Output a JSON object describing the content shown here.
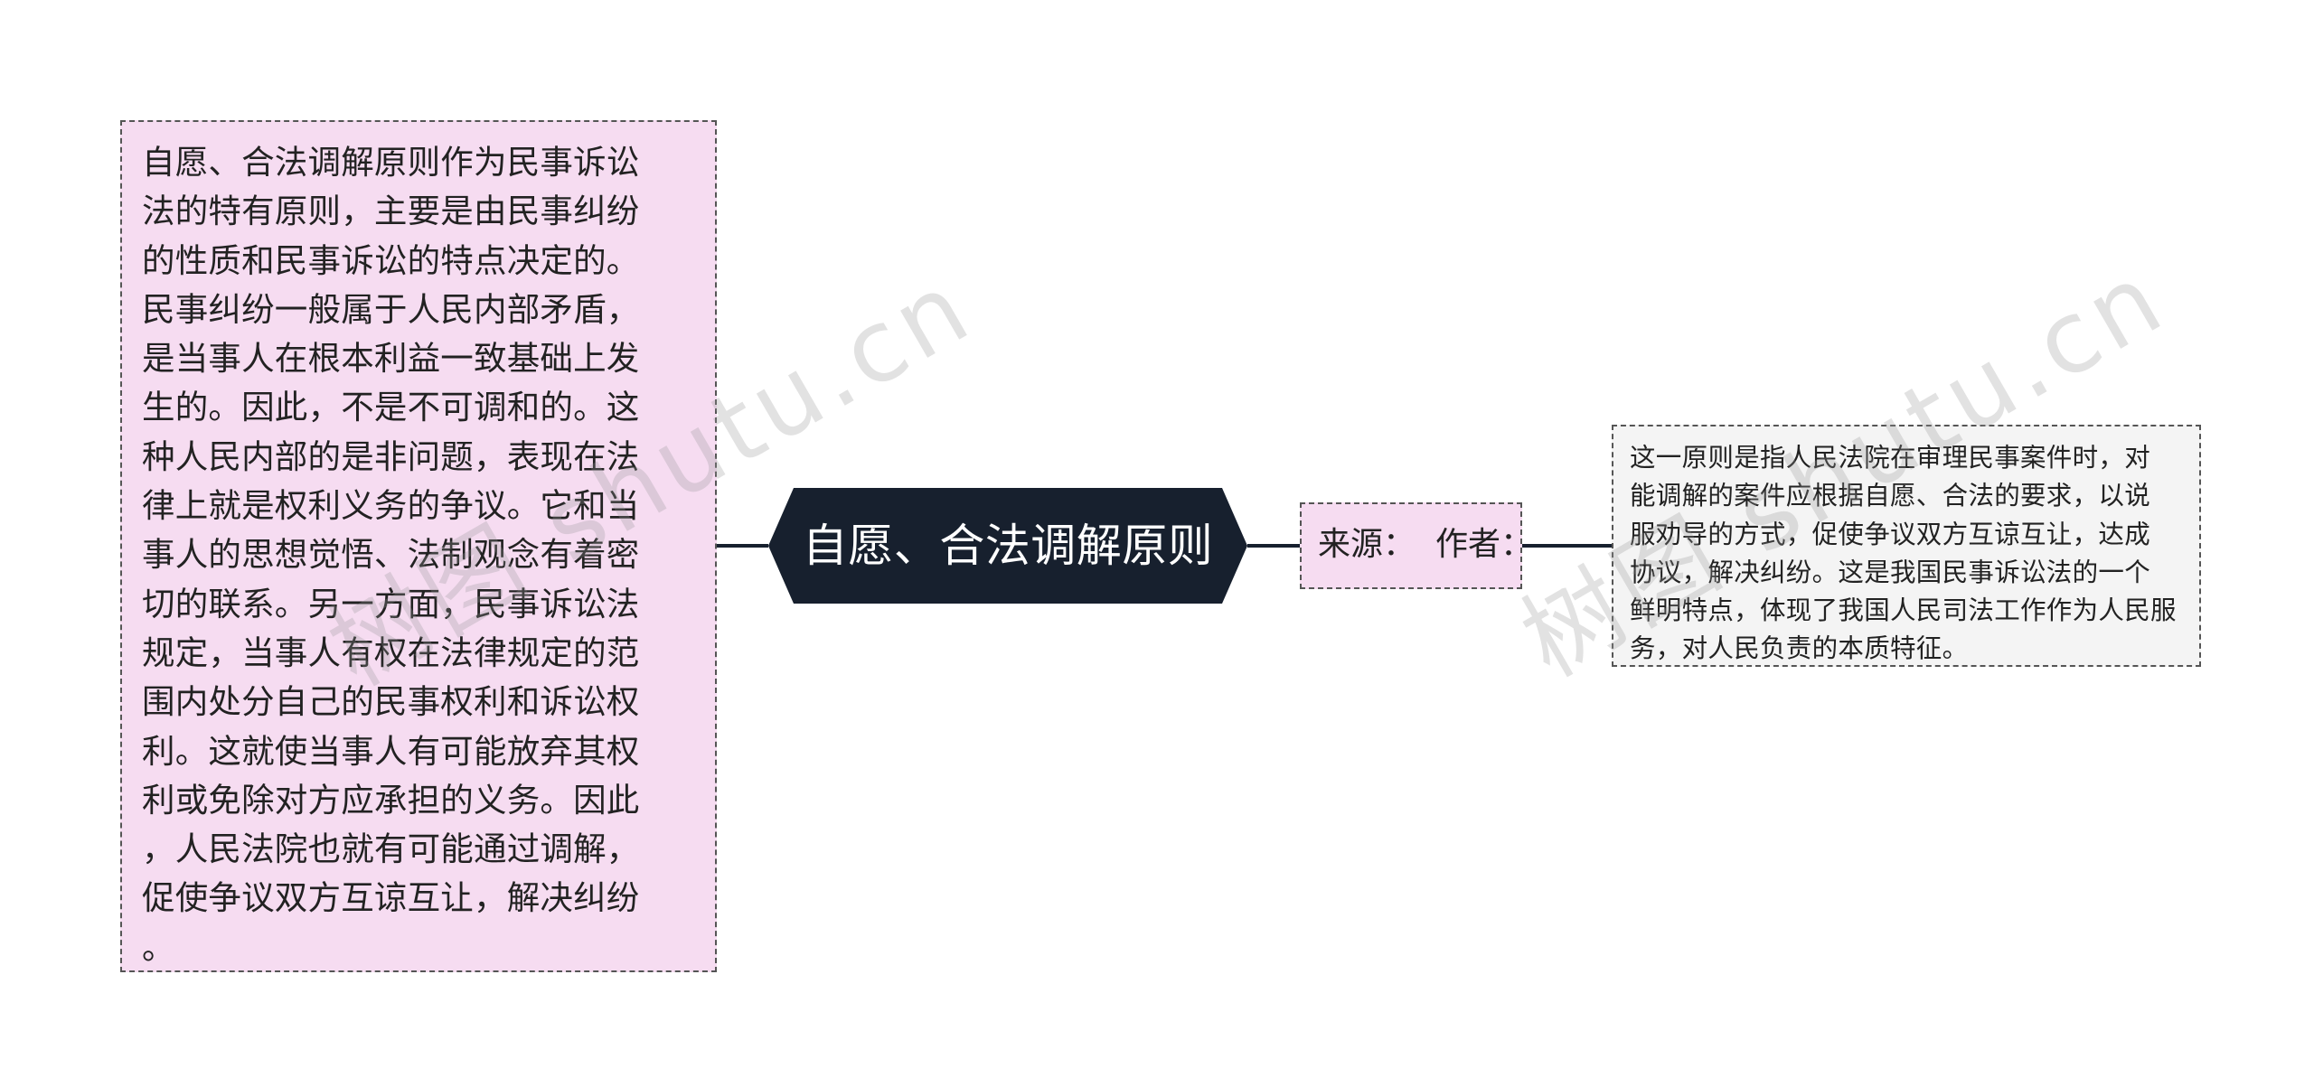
{
  "mindmap": {
    "center": {
      "label": "自愿、合法调解原则",
      "fill": "#17202e",
      "text_color": "#ffffff"
    },
    "left_branch": {
      "lines": [
        "自愿、合法调解原则作为民事诉讼",
        "法的特有原则，主要是由民事纠纷",
        "的性质和民事诉讼的特点决定的。",
        "民事纠纷一般属于人民内部矛盾，",
        "是当事人在根本利益一致基础上发",
        "生的。因此，不是不可调和的。这",
        "种人民内部的是非问题，表现在法",
        "律上就是权利义务的争议。它和当",
        "事人的思想觉悟、法制观念有着密",
        "切的联系。另一方面，民事诉讼法",
        "规定，当事人有权在法律规定的范",
        "围内处分自己的民事权利和诉讼权",
        "利。这就使当事人有可能放弃其权",
        "利或免除对方应承担的义务。因此",
        "，人民法院也就有可能通过调解，",
        "促使争议双方互谅互让，解决纠纷",
        "。"
      ],
      "fill": "#f6dcf1"
    },
    "right_branch": {
      "source_label": "来源：",
      "author_label": "作者：",
      "fill": "#f6dcf1",
      "detail": {
        "lines": [
          "这一原则是指人民法院在审理民事案件时，对",
          "能调解的案件应根据自愿、合法的要求，以说",
          "服劝导的方式，促使争议双方互谅互让，达成",
          "协议，解决纠纷。这是我国民事诉讼法的一个",
          "鲜明特点，体现了我国人民司法工作作为人民服",
          "务，对人民负责的本质特征。"
        ],
        "fill": "#f4f4f4"
      }
    }
  },
  "watermarks": {
    "left": "树图 shutu.cn",
    "right": "树图 shutu.cn"
  },
  "colors": {
    "connector": "#17202e",
    "border": "#555555"
  }
}
